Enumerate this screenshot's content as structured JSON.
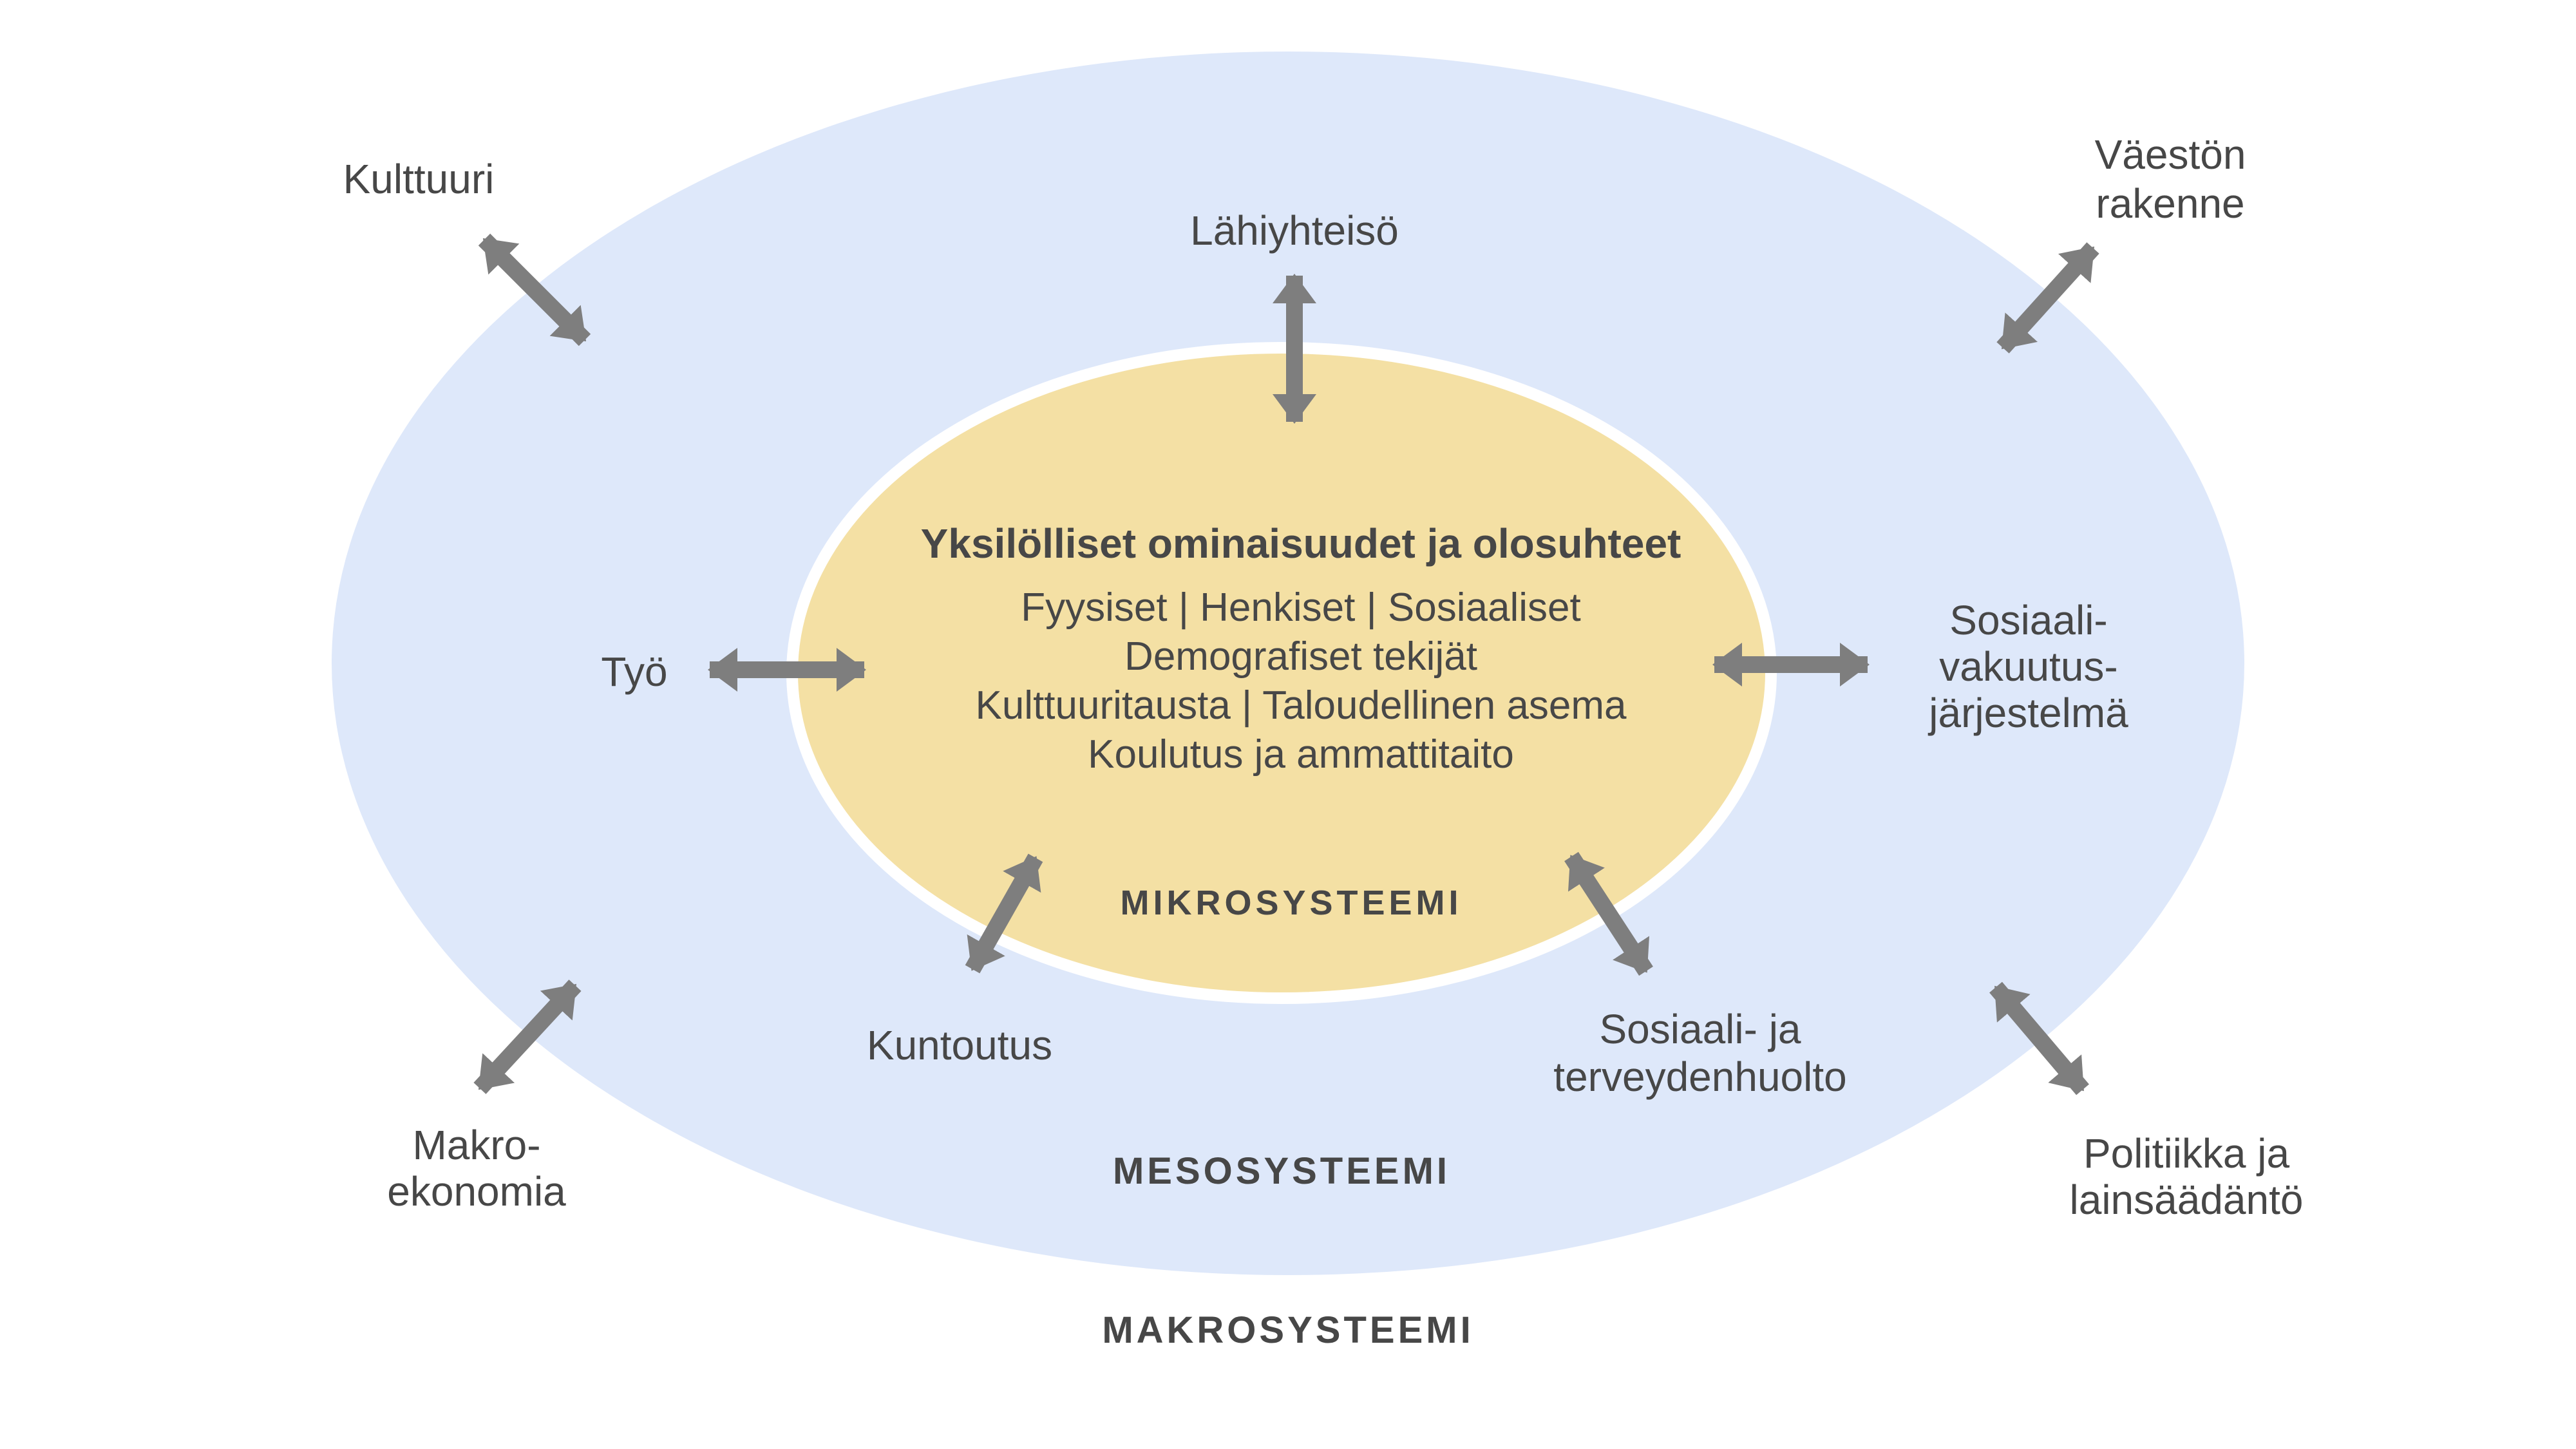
{
  "diagram": {
    "center": {
      "title": "Yksilölliset ominaisuudet ja olosuhteet",
      "line1": "Fyysiset | Henkiset | Sosiaaliset",
      "line2": "Demografiset tekijät",
      "line3": "Kulttuuritausta | Taloudellinen asema",
      "line4": "Koulutus ja ammattitaito",
      "system_label": "MIKROSYSTEEMI"
    },
    "meso_label": "MESOSYSTEEMI",
    "makro_label": "MAKROSYSTEEMI",
    "factors": {
      "kulttuuri": "Kulttuuri",
      "lahiyhteiso": "Lähiyhteisö",
      "vaeston_rakenne_1": "Väestön",
      "vaeston_rakenne_2": "rakenne",
      "tyo": "Työ",
      "sosiaalivakuutus_1": "Sosiaali-",
      "sosiaalivakuutus_2": "vakuutus-",
      "sosiaalivakuutus_3": "järjestelmä",
      "kuntoutus": "Kuntoutus",
      "sote_1": "Sosiaali- ja",
      "sote_2": "terveydenhuolto",
      "makroekonomia_1": "Makro-",
      "makroekonomia_2": "ekonomia",
      "politiikka_1": "Politiikka ja",
      "politiikka_2": "lainsäädäntö"
    },
    "colors": {
      "background": "#ffffff",
      "macrosystem_fill": "#dee8fa",
      "microsystem_fill": "#f4e0a4",
      "microsystem_border": "#ffffff",
      "arrow": "#7e7e7e",
      "text": "#474747"
    }
  }
}
